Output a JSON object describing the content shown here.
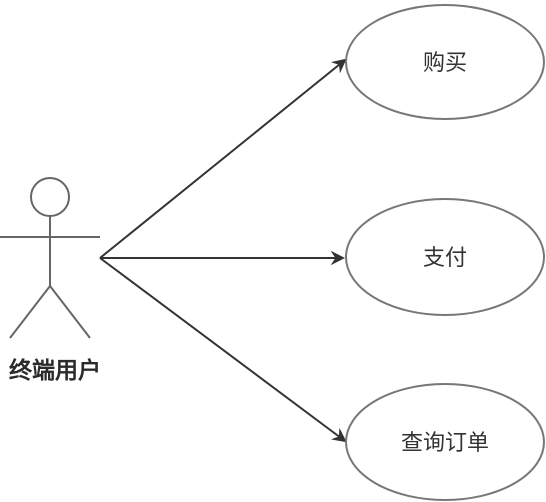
{
  "actor": {
    "name": "终端用户"
  },
  "use_cases": [
    {
      "label": "购买"
    },
    {
      "label": "支付"
    },
    {
      "label": "查询订单"
    }
  ],
  "colors": {
    "stroke": "#666666",
    "arrow": "#333333",
    "background": "#ffffff",
    "text": "#333333"
  }
}
